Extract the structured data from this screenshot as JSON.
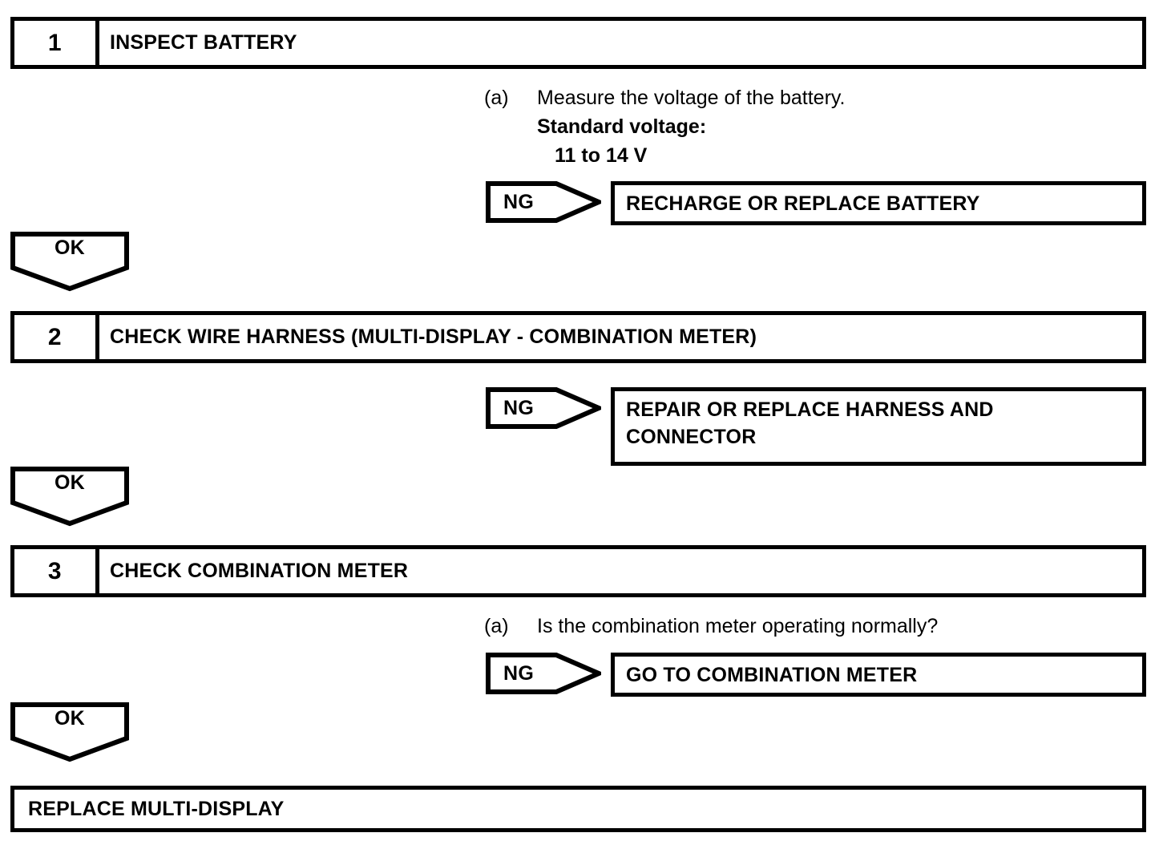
{
  "diagram": {
    "type": "troubleshooting-flowchart",
    "ink_color": "#000000",
    "background_color": "#ffffff"
  },
  "steps": [
    {
      "number": "1",
      "title": "INSPECT BATTERY",
      "detail": {
        "marker": "(a)",
        "line1": "Measure the voltage of the battery.",
        "line2": "Standard voltage:",
        "line3": "11 to 14 V"
      },
      "ng": {
        "label": "NG",
        "result_line1": "RECHARGE OR REPLACE BATTERY",
        "result_line2": ""
      },
      "ok": {
        "label": "OK"
      }
    },
    {
      "number": "2",
      "title": "CHECK WIRE HARNESS (MULTI-DISPLAY - COMBINATION METER)",
      "ng": {
        "label": "NG",
        "result_line1": "REPAIR OR REPLACE HARNESS AND",
        "result_line2": "CONNECTOR"
      },
      "ok": {
        "label": "OK"
      }
    },
    {
      "number": "3",
      "title": "CHECK COMBINATION METER",
      "detail": {
        "marker": "(a)",
        "line1": "Is the combination meter operating normally?"
      },
      "ng": {
        "label": "NG",
        "result_line1": "GO TO COMBINATION METER",
        "result_line2": ""
      },
      "ok": {
        "label": "OK"
      }
    }
  ],
  "final": {
    "label": "REPLACE MULTI-DISPLAY"
  }
}
